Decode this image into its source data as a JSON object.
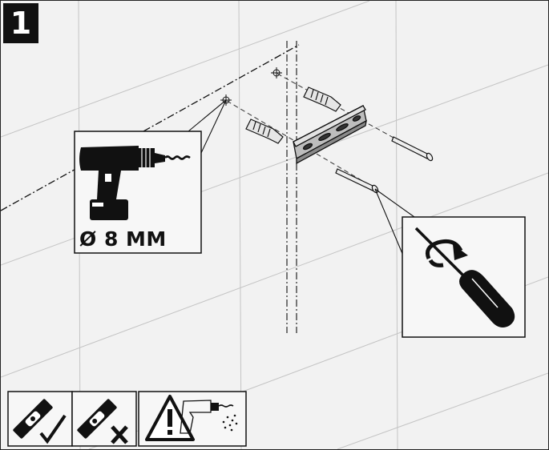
{
  "step": {
    "number": "1"
  },
  "drill_callout": {
    "diameter_label": "Ø 8 MM",
    "icon": "power-drill-icon"
  },
  "screwdriver_callout": {
    "icon": "screwdriver-turn-icon"
  },
  "bottom_icons": [
    {
      "name": "level-correct-icon",
      "mark": "check"
    },
    {
      "name": "level-incorrect-icon",
      "mark": "x"
    },
    {
      "name": "drilling-dust-warning-icon",
      "mark": "warning-triangle"
    }
  ],
  "colors": {
    "background": "#f2f2f2",
    "line_art": "#111111",
    "badge": "#111111"
  }
}
